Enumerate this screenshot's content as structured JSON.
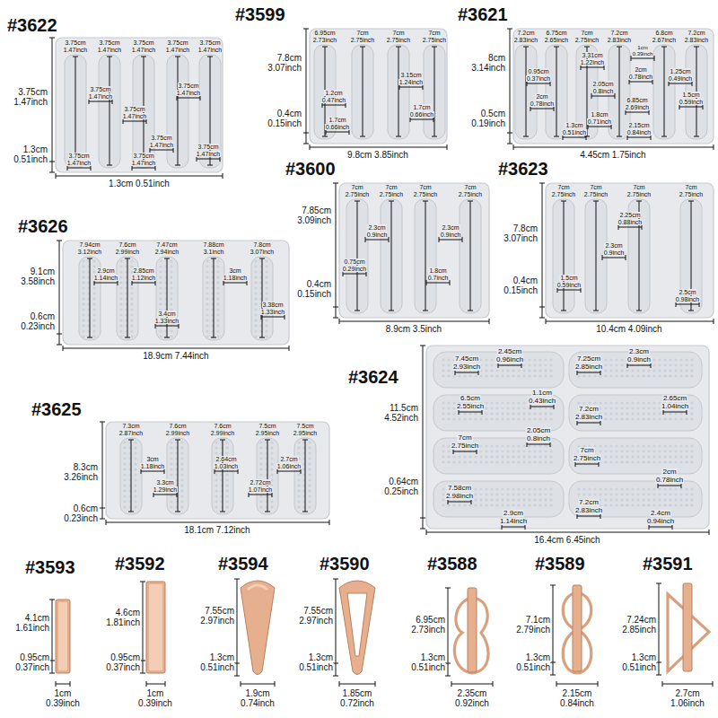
{
  "diagram": {
    "nodes": [
      {
        "text": [
          "#3622"
        ]
      },
      {
        "text": [
          "#3599"
        ]
      },
      {
        "text": [
          "#3621"
        ]
      },
      {
        "text": [
          "#3626"
        ]
      },
      {
        "text": [
          "#3600"
        ]
      },
      {
        "text": [
          "#3623"
        ]
      },
      {
        "text": [
          "#3625"
        ]
      },
      {
        "text": [
          "#3624"
        ]
      },
      {
        "text": [
          "#3593"
        ]
      },
      {
        "text": [
          "#3592"
        ]
      },
      {
        "text": [
          "#3594"
        ]
      },
      {
        "text": [
          "#3590"
        ]
      },
      {
        "text": [
          "#3588"
        ]
      },
      {
        "text": [
          "#3589"
        ]
      },
      {
        "text": [
          "#3591"
        ]
      }
    ],
    "labels": [
      "3.75cm",
      "1.47inch",
      "3.75cm",
      "1.47inch",
      "3.75cm",
      "1.47inch",
      "3.75cm",
      "1.47inch",
      "3.75cm",
      "1.47inch",
      "3.75cm",
      "1.47inch",
      "1.3cm",
      "0.51inch",
      "3.75cm",
      "1.47inch",
      "3.75cm",
      "1.47inch",
      "3.75cm",
      "1.47inch",
      "3.75cm",
      "1.47inch",
      "3.75cm",
      "1.47inch",
      "3.75cm",
      "1.47inch",
      "3.75cm",
      "1.47inch",
      "1.3cm 0.51inch",
      "6.95cm",
      "2.73inch",
      "7cm",
      "2.75inch",
      "7cm",
      "2.75inch",
      "7cm",
      "2.75inch",
      "7.8cm",
      "3.07inch",
      "0.4cm",
      "0.15inch",
      "1.2cm",
      "0.47inch",
      "3.15cm",
      "1.24inch",
      "1.7cm",
      "0.66inch",
      "1.7cm",
      "0.66inch",
      "9.8cm 3.85inch",
      "7.2cm",
      "2.83inch",
      "6.75cm",
      "2.65inch",
      "7cm",
      "2.75inch",
      "7.2cm",
      "2.83inch",
      "6.8cm",
      "2.67inch",
      "7.2cm",
      "2.83inch",
      "8cm",
      "3.14inch",
      "0.5cm",
      "0.19inch",
      "0.95cm",
      "0.37inch",
      "2cm",
      "0.78inch",
      "3.31cm",
      "1.22inch",
      "1cm",
      "0.39inch",
      "2cm",
      "0.78inch",
      "2.05cm",
      "0.8inch",
      "6.85cm",
      "2.69inch",
      "1.8cm",
      "0.71inch",
      "1.3cm",
      "0.51inch",
      "2.15cm",
      "0.84inch",
      "1.25cm",
      "0.49inch",
      "1.5cm",
      "0.59inch",
      "4.45cm 1.75inch",
      "7.94cm",
      "3.12inch",
      "7.6cm",
      "2.99inch",
      "7.47cm",
      "2.94inch",
      "7.88cm",
      "3.1inch",
      "7.8cm",
      "3.07inch",
      "9.1cm",
      "3.58inch",
      "0.6cm",
      "0.23inch",
      "2.9cm",
      "1.14inch",
      "2.85cm",
      "1.12inch",
      "3.4cm",
      "1.33inch",
      "3cm",
      "1.18inch",
      "3.38cm",
      "1.33inch",
      "18.9cm 7.44inch",
      "7cm",
      "2.75inch",
      "7cm",
      "2.75inch",
      "7cm",
      "2.75inch",
      "7cm",
      "2.75inch",
      "7.85cm",
      "3.09inch",
      "0.4cm",
      "0.15inch",
      "2.3cm",
      "0.9inch",
      "0.75cm",
      "0.29inch",
      "1.8cm",
      "0.7inch",
      "2.3cm",
      "0.9inch",
      "8.9cm 3.5inch",
      "7cm",
      "2.75inch",
      "7cm",
      "2.75inch",
      "7cm",
      "2.75inch",
      "7cm",
      "2.75inch",
      "7.8cm",
      "3.07inch",
      "0.4cm",
      "0.15inch",
      "2.25cm",
      "0.88inch",
      "2.3cm",
      "0.9inch",
      "1.5cm",
      "0.59inch",
      "2.5cm",
      "0.98inch",
      "10.4cm 4.09inch",
      "7.3cm",
      "2.87inch",
      "7.6cm",
      "2.99inch",
      "7.6cm",
      "2.99inch",
      "7.5cm",
      "2.95inch",
      "7.5cm",
      "2.95inch",
      "8.3cm",
      "3.26inch",
      "0.6cm",
      "0.23inch",
      "3cm",
      "1.18inch",
      "3.3cm",
      "1.29inch",
      "2.64cm",
      "1.03inch",
      "2.72cm",
      "1.07inch",
      "2.7cm",
      "1.06inch",
      "18.1cm 7.12inch",
      "11.5cm",
      "4.52inch",
      "0.64cm",
      "0.25inch",
      "7.45cm",
      "2.93inch",
      "2.45cm",
      "0.96inch",
      "7.25cm",
      "2.85inch",
      "2.3cm",
      "0.9inch",
      "1.1cm",
      "0.43inch",
      "6.5cm",
      "2.55inch",
      "7.2cm",
      "2.83inch",
      "2.65cm",
      "1.04inch",
      "2.05cm",
      "0.8inch",
      "7cm",
      "2.75inch",
      "7cm",
      "2.75inch",
      "2cm",
      "0.78inch",
      "7.58cm",
      "2.98inch",
      "7.2cm",
      "2.83inch",
      "2.9cm",
      "1.14inch",
      "2.4cm",
      "0.94inch",
      "16.4cm 6.45inch",
      "4.1cm",
      "1.61inch",
      "0.95cm",
      "0.37inch",
      "1cm",
      "0.39inch",
      "4.6cm",
      "1.81inch",
      "0.95cm",
      "0.37inch",
      "1cm",
      "0.39inch",
      "7.55cm",
      "2.97inch",
      "1.3cm",
      "0.51inch",
      "1.9cm",
      "0.74inch",
      "7.55cm",
      "2.97inch",
      "1.3cm",
      "0.51inch",
      "1.85cm",
      "0.72inch",
      "6.95cm",
      "2.73inch",
      "1.3cm",
      "0.51inch",
      "2.35cm",
      "0.92inch",
      "7.1cm",
      "2.79inch",
      "1.3cm",
      "0.51inch",
      "2.15cm",
      "0.84inch",
      "7.24cm",
      "2.85inch",
      "1.3cm",
      "0.51inch",
      "2.7cm",
      "1.06inch"
    ]
  }
}
